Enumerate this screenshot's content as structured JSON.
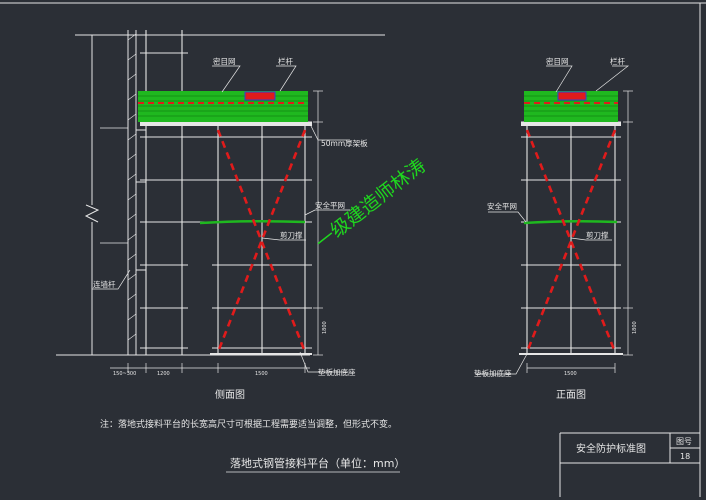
{
  "watermark": "一级建造师林涛",
  "side_view": {
    "caption": "侧面图",
    "labels": {
      "mesh": "密目网",
      "railing": "栏杆",
      "board": "50mm厚架板",
      "platform": "安全平网",
      "brace": "剪刀撑",
      "tie": "连墙杆",
      "base": "垫板加底座"
    },
    "dims": {
      "bottom_left": "150~300",
      "bottom_mid": "1200",
      "bottom_right": "1500",
      "side_right": "1800"
    }
  },
  "front_view": {
    "caption": "正面图",
    "labels": {
      "mesh": "密目网",
      "railing": "栏杆",
      "platform": "安全平网",
      "brace": "剪刀撑",
      "base": "垫板加底座"
    },
    "dims": {
      "bottom": "1500",
      "side_right": "1800"
    }
  },
  "note": "注：落地式接料平台的长宽高尺寸可根据工程需要适当调整，但形式不变。",
  "title": "落地式钢管接料平台（单位：mm）",
  "title_block": {
    "name": "安全防护标准图",
    "fig_no_label": "图号",
    "fig_no": "18"
  },
  "colors": {
    "background": "#2b2f36",
    "line": "#e6e6e6",
    "mesh_green": "#1fb81f",
    "brace_red": "#e01b1b",
    "watermark_green": "#1fd61f"
  }
}
